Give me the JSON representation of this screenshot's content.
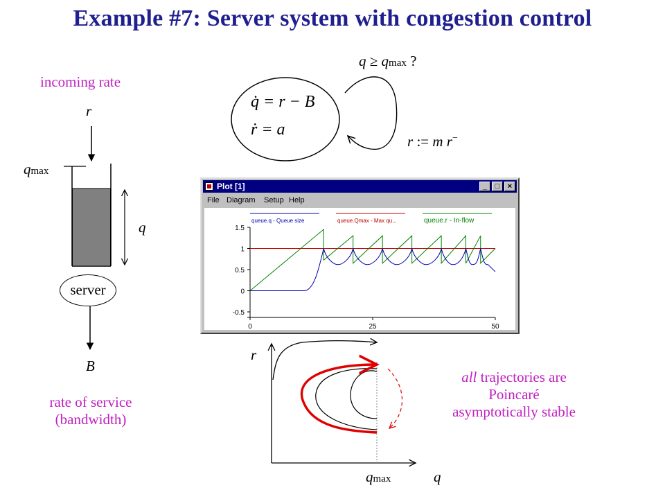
{
  "title": "Example #7: Server system with congestion control",
  "left": {
    "incoming_label": "incoming rate",
    "r_label": "r",
    "qmax_q": "q",
    "qmax_sub": "max",
    "q_label": "q",
    "server_label": "server",
    "B_label": "B",
    "service_line1": "rate of service",
    "service_line2": "(bandwidth)"
  },
  "top": {
    "guard_q": "q",
    "guard_op": "≥",
    "guard_qmax": "q",
    "guard_sub": "max",
    "guard_qmark": "?",
    "eq1": "q̇ = r − B",
    "eq2": "ṙ = a",
    "reset_r": "r",
    "reset_assign": ":=",
    "reset_m": "m",
    "reset_r2": "r",
    "reset_sup": "−"
  },
  "window": {
    "title": "Plot [1]",
    "menu": [
      "File",
      "Diagram",
      "Setup",
      "Help"
    ],
    "controls": [
      "_",
      "□",
      "×"
    ]
  },
  "chart_data": {
    "type": "line",
    "x": [
      0,
      12,
      15,
      21,
      27,
      33,
      39,
      44,
      47,
      50
    ],
    "xticks": [
      "0",
      "25",
      "50"
    ],
    "yticks": [
      "1.5",
      "1",
      "0.5",
      "0",
      "-0.5"
    ],
    "xlim": [
      0,
      50
    ],
    "ylim": [
      -0.5,
      1.5
    ],
    "series": [
      {
        "name": "queue.q - Queue size",
        "color": "#0000b0"
      },
      {
        "name": "queue.Qmax - Max qu...",
        "color": "#c00000"
      },
      {
        "name": "queue.r - In-flow",
        "color": "#008000"
      }
    ],
    "qmax_value": 1,
    "q_peaks_t": [
      15,
      21,
      27,
      33,
      39,
      44,
      47
    ],
    "r_peaks": [
      [
        15,
        1.45
      ],
      [
        21,
        1.3
      ],
      [
        27,
        1.3
      ],
      [
        33,
        1.3
      ],
      [
        39,
        1.3
      ],
      [
        44,
        1.3
      ],
      [
        47,
        1.3
      ]
    ]
  },
  "phase": {
    "r_label": "r",
    "q_label": "q",
    "qmax_q": "q",
    "qmax_sub": "max"
  },
  "stable_note": {
    "line1_italic": "all",
    "line1_rest": " trajectories are",
    "line2": "Poincaré",
    "line3": "asymptotically stable"
  },
  "colors": {
    "title": "#1f1f8f",
    "magenta": "#c020c0",
    "trajectory_red": "#e00000",
    "tank_fill": "#808080"
  }
}
